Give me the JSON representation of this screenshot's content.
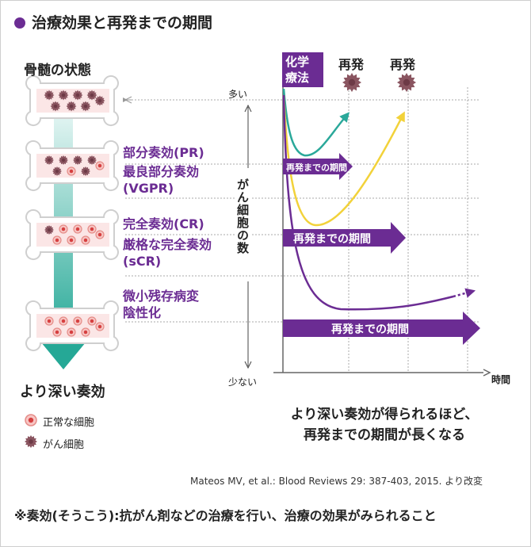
{
  "title": "治療効果と再発までの期間",
  "bone_marrow_heading": "骨髄の状態",
  "stages": [
    {
      "line1": "部分奏効(PR)",
      "line2": "最良部分奏効",
      "line3": "(VGPR)"
    },
    {
      "line1": "完全奏効(CR)",
      "line2": "厳格な完全奏効",
      "line3": "(sCR)"
    },
    {
      "line1": "微小残存病変",
      "line2": "陰性化"
    }
  ],
  "arrow_label": "より深い奏効",
  "legend": [
    {
      "label": "正常な細胞",
      "icon": "normal-cell-icon",
      "color": "#f08a86"
    },
    {
      "label": "がん細胞",
      "icon": "cancer-cell-icon",
      "color": "#8a5560"
    }
  ],
  "chart": {
    "y_axis_label": "がん細胞の数",
    "y_top_label": "多い",
    "y_bottom_label": "少ない",
    "x_axis_label": "時間",
    "chemo_label_1": "化学",
    "chemo_label_2": "療法",
    "relapse_label": "再発",
    "relapse_label_2": "再発",
    "bar_label_1": "再発までの期間",
    "bar_label_2": "再発までの期間",
    "bar_label_3": "再発までの期間"
  },
  "summary_line1": "より深い奏効が得られるほど、",
  "summary_line2": "再発までの期間が長くなる",
  "source": "Mateos MV, et al.: Blood Reviews 29: 387-403, 2015. より改変",
  "footnote": "※奏効(そうこう):抗がん剤などの治療を行い、治療の効果がみられること",
  "colors": {
    "accent": "#6b2c93",
    "teal": "#2aa89a",
    "yellow": "#f2d23a",
    "bone": "#fbeaea"
  }
}
